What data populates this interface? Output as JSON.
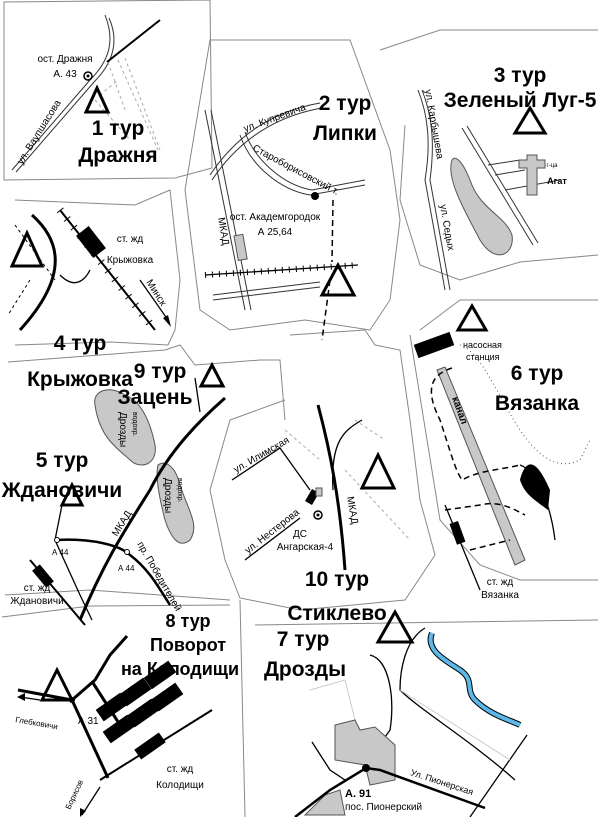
{
  "tour1": {
    "title": "1 тур",
    "place": "Дражня",
    "stop": "ост. Дражня",
    "bus": "А. 43",
    "street": "ул. Ваупшасова"
  },
  "tour2": {
    "title": "2 тур",
    "place": "Липки",
    "street1": "ул. Купревича",
    "street2": "Староборисовский т.",
    "stop": "ост. Академгородок",
    "bus": "А 25,64",
    "ring": "МКАД"
  },
  "tour3": {
    "title": "3 тур",
    "place": "Зеленый Луг-5",
    "street1": "ул. Карбышева",
    "street2": "ул. Седых",
    "hotel_prefix": "г-ца",
    "hotel": "Агат"
  },
  "tour4": {
    "title": "4 тур",
    "place": "Крыжовка",
    "station1": "ст. жд",
    "station2": "Крыжовка",
    "direction": "Минск"
  },
  "tour5": {
    "title": "5 тур",
    "place": "Ждановичи",
    "bus1": "А 44",
    "bus2": "А 44",
    "ring": "МКАД",
    "avenue": "пр. Победителей",
    "station1": "ст. жд",
    "station2": "Ждановичи",
    "res1a": "водохр.",
    "res1b": "Дрозды",
    "res2a": "водохр.",
    "res2b": "Дрозды"
  },
  "tour6": {
    "title": "6 тур",
    "place": "Вязанка",
    "pump1": "насосная",
    "pump2": "станция",
    "canal": "канал",
    "station1": "ст. жд",
    "station2": "Вязанка"
  },
  "tour7": {
    "title": "7 тур",
    "place": "Дрозды",
    "street": "Ул. Пионерская",
    "bus": "А. 91",
    "settlement": "пос. Пионерский",
    "river_color": "#5bb8e8"
  },
  "tour8": {
    "title": "8 тур",
    "place1": "Поворот",
    "place2": "на Колодищи",
    "bus": "А 31",
    "dir1": "Глебковичи",
    "dir2": "Борисов",
    "station1": "ст. жд",
    "station2": "Колодищи"
  },
  "tour9": {
    "title": "9 тур",
    "place": "Зацень"
  },
  "tour10": {
    "title": "10 тур",
    "place": "Стиклево",
    "street1": "ул. Илимская",
    "street2": "ул. Нестерова",
    "stop1": "ДС",
    "stop2": "Ангарская-4",
    "ring": "МКАД"
  }
}
